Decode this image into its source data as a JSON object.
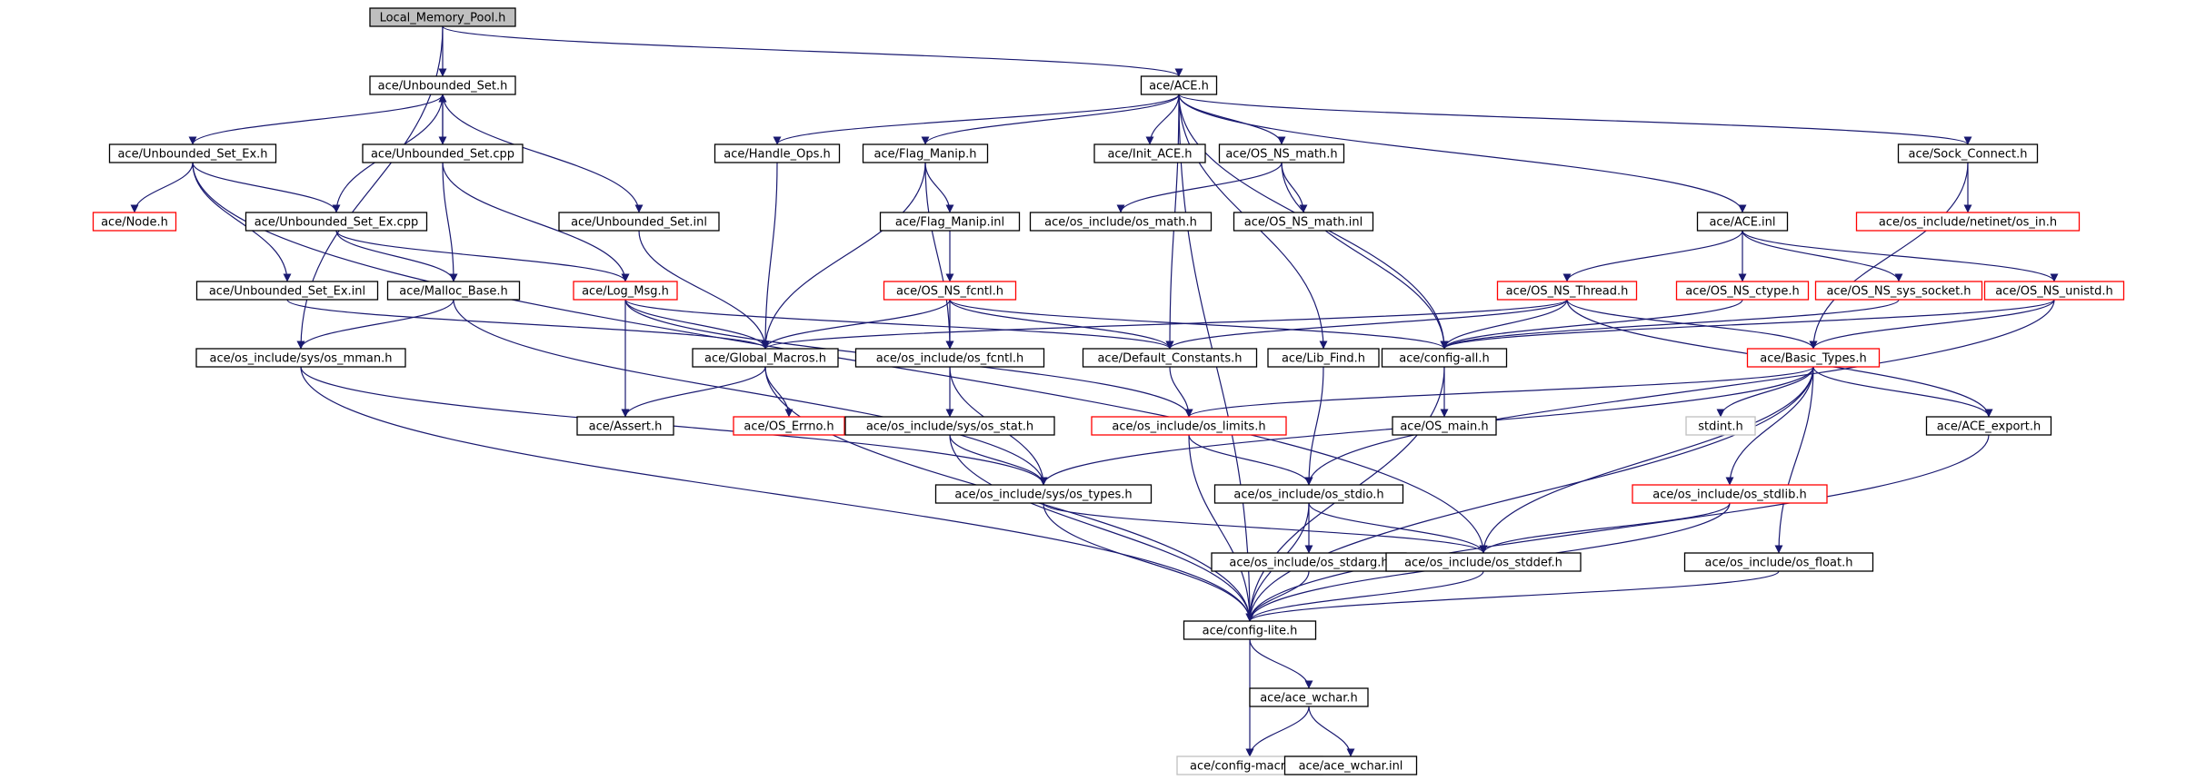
{
  "colors": {
    "edge": "#191970",
    "normal_border": "#000000",
    "truncated_border": "#ff0000",
    "external_border": "#bfbfbf",
    "root_fill": "#bfbfbf",
    "node_fill": "#ffffff",
    "text": "#000000"
  },
  "nodes": [
    {
      "id": "root",
      "label": "Local_Memory_Pool.h",
      "style": "root"
    },
    {
      "id": "unbset_h",
      "label": "ace/Unbounded_Set.h",
      "style": "normal"
    },
    {
      "id": "ace_h",
      "label": "ace/ACE.h",
      "style": "normal"
    },
    {
      "id": "unbsetex_h",
      "label": "ace/Unbounded_Set_Ex.h",
      "style": "normal"
    },
    {
      "id": "unbset_cpp",
      "label": "ace/Unbounded_Set.cpp",
      "style": "normal"
    },
    {
      "id": "handle_ops",
      "label": "ace/Handle_Ops.h",
      "style": "normal"
    },
    {
      "id": "flag_manip",
      "label": "ace/Flag_Manip.h",
      "style": "normal"
    },
    {
      "id": "init_ace",
      "label": "ace/Init_ACE.h",
      "style": "normal"
    },
    {
      "id": "os_ns_math",
      "label": "ace/OS_NS_math.h",
      "style": "normal"
    },
    {
      "id": "sock_connect",
      "label": "ace/Sock_Connect.h",
      "style": "normal"
    },
    {
      "id": "node_h",
      "label": "ace/Node.h",
      "style": "truncated"
    },
    {
      "id": "unbsetex_cpp",
      "label": "ace/Unbounded_Set_Ex.cpp",
      "style": "normal"
    },
    {
      "id": "unbset_inl",
      "label": "ace/Unbounded_Set.inl",
      "style": "normal"
    },
    {
      "id": "flag_manip_inl",
      "label": "ace/Flag_Manip.inl",
      "style": "normal"
    },
    {
      "id": "os_math",
      "label": "ace/os_include/os_math.h",
      "style": "normal"
    },
    {
      "id": "os_ns_math_inl",
      "label": "ace/OS_NS_math.inl",
      "style": "normal"
    },
    {
      "id": "ace_inl",
      "label": "ace/ACE.inl",
      "style": "normal"
    },
    {
      "id": "os_in",
      "label": "ace/os_include/netinet/os_in.h",
      "style": "truncated"
    },
    {
      "id": "unbsetex_inl",
      "label": "ace/Unbounded_Set_Ex.inl",
      "style": "normal"
    },
    {
      "id": "malloc_base",
      "label": "ace/Malloc_Base.h",
      "style": "normal"
    },
    {
      "id": "log_msg",
      "label": "ace/Log_Msg.h",
      "style": "truncated"
    },
    {
      "id": "os_ns_fcntl",
      "label": "ace/OS_NS_fcntl.h",
      "style": "truncated"
    },
    {
      "id": "os_ns_thread",
      "label": "ace/OS_NS_Thread.h",
      "style": "truncated"
    },
    {
      "id": "os_ns_ctype",
      "label": "ace/OS_NS_ctype.h",
      "style": "truncated"
    },
    {
      "id": "os_ns_sys_socket",
      "label": "ace/OS_NS_sys_socket.h",
      "style": "truncated"
    },
    {
      "id": "os_ns_unistd",
      "label": "ace/OS_NS_unistd.h",
      "style": "truncated"
    },
    {
      "id": "os_mman",
      "label": "ace/os_include/sys/os_mman.h",
      "style": "normal"
    },
    {
      "id": "global_macros",
      "label": "ace/Global_Macros.h",
      "style": "normal"
    },
    {
      "id": "os_fcntl",
      "label": "ace/os_include/os_fcntl.h",
      "style": "normal"
    },
    {
      "id": "default_constants",
      "label": "ace/Default_Constants.h",
      "style": "normal"
    },
    {
      "id": "lib_find",
      "label": "ace/Lib_Find.h",
      "style": "normal"
    },
    {
      "id": "config_all",
      "label": "ace/config-all.h",
      "style": "normal"
    },
    {
      "id": "basic_types",
      "label": "ace/Basic_Types.h",
      "style": "truncated"
    },
    {
      "id": "assert_h",
      "label": "ace/Assert.h",
      "style": "normal"
    },
    {
      "id": "os_errno",
      "label": "ace/OS_Errno.h",
      "style": "truncated"
    },
    {
      "id": "os_stat",
      "label": "ace/os_include/sys/os_stat.h",
      "style": "normal"
    },
    {
      "id": "os_limits",
      "label": "ace/os_include/os_limits.h",
      "style": "truncated"
    },
    {
      "id": "os_main",
      "label": "ace/OS_main.h",
      "style": "normal"
    },
    {
      "id": "stdint",
      "label": "stdint.h",
      "style": "external"
    },
    {
      "id": "ace_export",
      "label": "ace/ACE_export.h",
      "style": "normal"
    },
    {
      "id": "os_types",
      "label": "ace/os_include/sys/os_types.h",
      "style": "normal"
    },
    {
      "id": "os_stdio",
      "label": "ace/os_include/os_stdio.h",
      "style": "normal"
    },
    {
      "id": "os_stdlib",
      "label": "ace/os_include/os_stdlib.h",
      "style": "truncated"
    },
    {
      "id": "os_stdarg",
      "label": "ace/os_include/os_stdarg.h",
      "style": "normal"
    },
    {
      "id": "os_stddef",
      "label": "ace/os_include/os_stddef.h",
      "style": "normal"
    },
    {
      "id": "os_float",
      "label": "ace/os_include/os_float.h",
      "style": "normal"
    },
    {
      "id": "config_lite",
      "label": "ace/config-lite.h",
      "style": "normal"
    },
    {
      "id": "ace_wchar",
      "label": "ace/ace_wchar.h",
      "style": "normal"
    },
    {
      "id": "config_macros",
      "label": "ace/config-macros.h",
      "style": "external"
    },
    {
      "id": "ace_wchar_inl",
      "label": "ace/ace_wchar.inl",
      "style": "normal"
    }
  ],
  "edges": [
    [
      "root",
      "unbset_h"
    ],
    [
      "root",
      "ace_h"
    ],
    [
      "root",
      "os_mman"
    ],
    [
      "unbset_h",
      "unbsetex_h"
    ],
    [
      "unbset_h",
      "unbset_cpp"
    ],
    [
      "unbset_h",
      "unbset_inl"
    ],
    [
      "unbset_cpp",
      "unbset_h"
    ],
    [
      "unbset_cpp",
      "malloc_base"
    ],
    [
      "unbset_cpp",
      "log_msg"
    ],
    [
      "unbsetex_h",
      "node_h"
    ],
    [
      "unbsetex_h",
      "unbsetex_cpp"
    ],
    [
      "unbsetex_h",
      "unbsetex_inl"
    ],
    [
      "unbsetex_h",
      "os_stddef"
    ],
    [
      "unbsetex_cpp",
      "unbset_h"
    ],
    [
      "unbsetex_cpp",
      "malloc_base"
    ],
    [
      "unbsetex_cpp",
      "log_msg"
    ],
    [
      "unbset_inl",
      "global_macros"
    ],
    [
      "unbsetex_inl",
      "global_macros"
    ],
    [
      "malloc_base",
      "os_mman"
    ],
    [
      "malloc_base",
      "os_types"
    ],
    [
      "os_mman",
      "os_types"
    ],
    [
      "os_mman",
      "config_lite"
    ],
    [
      "ace_h",
      "handle_ops"
    ],
    [
      "ace_h",
      "flag_manip"
    ],
    [
      "ace_h",
      "init_ace"
    ],
    [
      "ace_h",
      "os_ns_math"
    ],
    [
      "ace_h",
      "sock_connect"
    ],
    [
      "ace_h",
      "ace_inl"
    ],
    [
      "ace_h",
      "default_constants"
    ],
    [
      "ace_h",
      "lib_find"
    ],
    [
      "ace_h",
      "config_all"
    ],
    [
      "ace_h",
      "config_lite"
    ],
    [
      "handle_ops",
      "global_macros"
    ],
    [
      "flag_manip",
      "flag_manip_inl"
    ],
    [
      "flag_manip",
      "global_macros"
    ],
    [
      "flag_manip",
      "os_fcntl"
    ],
    [
      "flag_manip_inl",
      "os_ns_fcntl"
    ],
    [
      "os_ns_math",
      "os_math"
    ],
    [
      "os_ns_math",
      "os_ns_math_inl"
    ],
    [
      "os_ns_math",
      "config_all"
    ],
    [
      "sock_connect",
      "os_in"
    ],
    [
      "sock_connect",
      "basic_types"
    ],
    [
      "ace_inl",
      "os_ns_thread"
    ],
    [
      "ace_inl",
      "os_ns_ctype"
    ],
    [
      "ace_inl",
      "os_ns_sys_socket"
    ],
    [
      "ace_inl",
      "os_ns_unistd"
    ],
    [
      "log_msg",
      "global_macros"
    ],
    [
      "log_msg",
      "default_constants"
    ],
    [
      "log_msg",
      "assert_h"
    ],
    [
      "log_msg",
      "os_limits"
    ],
    [
      "os_ns_fcntl",
      "global_macros"
    ],
    [
      "os_ns_fcntl",
      "os_fcntl"
    ],
    [
      "os_ns_fcntl",
      "default_constants"
    ],
    [
      "os_ns_fcntl",
      "config_all"
    ],
    [
      "os_ns_thread",
      "global_macros"
    ],
    [
      "os_ns_thread",
      "default_constants"
    ],
    [
      "os_ns_thread",
      "config_all"
    ],
    [
      "os_ns_thread",
      "basic_types"
    ],
    [
      "os_ns_thread",
      "ace_export"
    ],
    [
      "os_ns_ctype",
      "config_all"
    ],
    [
      "os_ns_sys_socket",
      "config_all"
    ],
    [
      "os_ns_unistd",
      "config_all"
    ],
    [
      "os_ns_unistd",
      "basic_types"
    ],
    [
      "os_ns_unistd",
      "os_stdio"
    ],
    [
      "global_macros",
      "assert_h"
    ],
    [
      "global_macros",
      "os_errno"
    ],
    [
      "global_macros",
      "config_lite"
    ],
    [
      "os_fcntl",
      "os_stat"
    ],
    [
      "os_fcntl",
      "os_types"
    ],
    [
      "default_constants",
      "os_limits"
    ],
    [
      "lib_find",
      "os_stdio"
    ],
    [
      "config_all",
      "os_main"
    ],
    [
      "config_all",
      "config_lite"
    ],
    [
      "basic_types",
      "os_limits"
    ],
    [
      "basic_types",
      "stdint"
    ],
    [
      "basic_types",
      "ace_export"
    ],
    [
      "basic_types",
      "os_stdlib"
    ],
    [
      "basic_types",
      "os_float"
    ],
    [
      "basic_types",
      "os_types"
    ],
    [
      "basic_types",
      "os_stddef"
    ],
    [
      "basic_types",
      "config_lite"
    ],
    [
      "os_stat",
      "os_types"
    ],
    [
      "os_stat",
      "config_lite"
    ],
    [
      "os_limits",
      "os_stdio"
    ],
    [
      "os_limits",
      "config_lite"
    ],
    [
      "ace_export",
      "config_lite"
    ],
    [
      "os_types",
      "os_stddef"
    ],
    [
      "os_types",
      "config_lite"
    ],
    [
      "os_stdio",
      "os_stdarg"
    ],
    [
      "os_stdio",
      "os_stddef"
    ],
    [
      "os_stdio",
      "config_lite"
    ],
    [
      "os_stdlib",
      "os_stddef"
    ],
    [
      "os_stdlib",
      "config_lite"
    ],
    [
      "os_stdarg",
      "config_lite"
    ],
    [
      "os_stddef",
      "config_lite"
    ],
    [
      "os_float",
      "config_lite"
    ],
    [
      "config_lite",
      "ace_wchar"
    ],
    [
      "config_lite",
      "config_macros"
    ],
    [
      "ace_wchar",
      "config_macros"
    ],
    [
      "ace_wchar",
      "ace_wchar_inl"
    ]
  ]
}
